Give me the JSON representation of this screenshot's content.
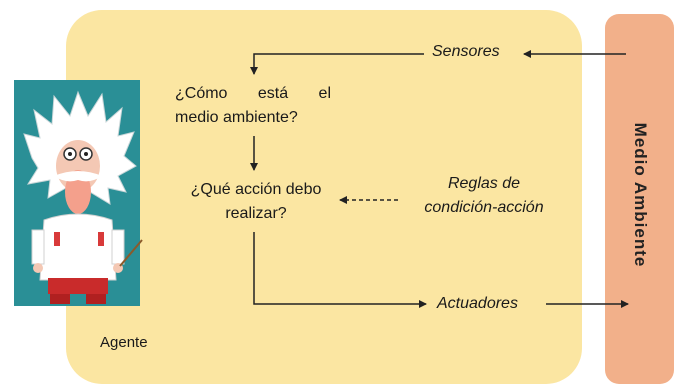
{
  "agent": {
    "label": "Agente"
  },
  "environment": {
    "label": "Medio Ambiente"
  },
  "sensors": {
    "label": "Sensores"
  },
  "question1": {
    "line1": "¿Cómo está el",
    "line2": "medio ambiente?"
  },
  "question2": {
    "line1": "¿Qué acción debo",
    "line2": "realizar?"
  },
  "rules": {
    "line1": "Reglas de",
    "line2": "condición-acción"
  },
  "actuators": {
    "label": "Actuadores"
  },
  "colors": {
    "agent_fill": "#fbe6a2",
    "environment_fill": "#f2b08a",
    "portrait_bg": "#2a8f96"
  },
  "icons": {
    "agent_portrait": "scientist-illustration"
  }
}
